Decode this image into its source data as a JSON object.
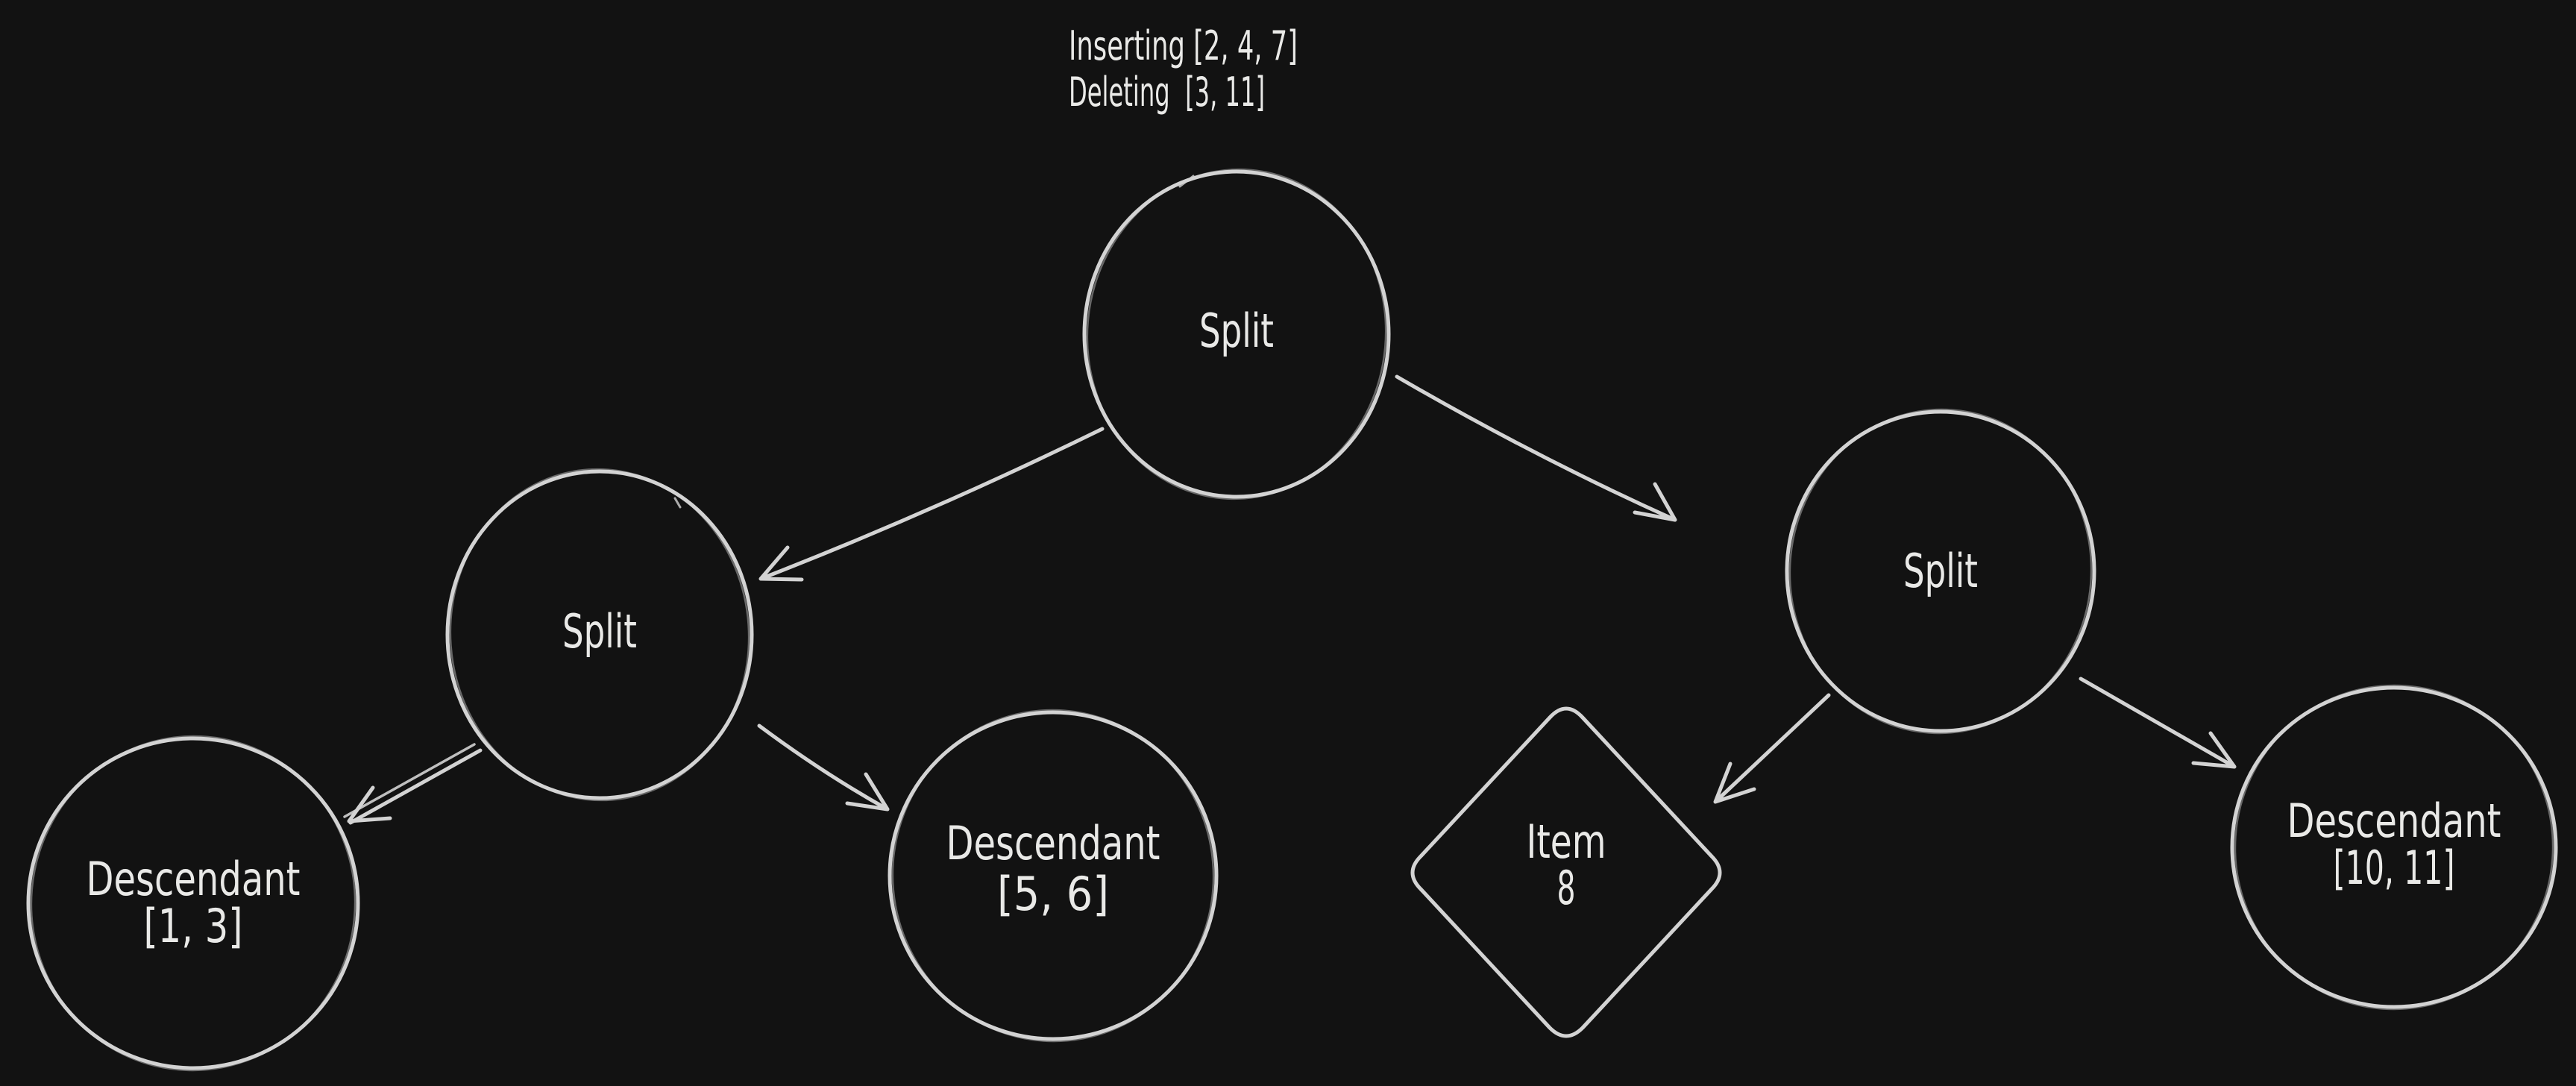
{
  "canvas": {
    "background": "#121212",
    "stroke": "#d3d3d3",
    "text_color": "#e9e9e7"
  },
  "annotation": {
    "line1": "Inserting [2, 4, 7]",
    "line2": "Deleting  [3, 11]"
  },
  "nodes": {
    "root_split": {
      "shape": "circle",
      "label": "Split"
    },
    "left_split": {
      "shape": "circle",
      "label": "Split"
    },
    "right_split": {
      "shape": "circle",
      "label": "Split"
    },
    "descendant_1_3": {
      "shape": "circle",
      "label": "Descendant",
      "range": "[1, 3]"
    },
    "descendant_5_6": {
      "shape": "circle",
      "label": "Descendant",
      "range": "[5, 6]"
    },
    "item_8": {
      "shape": "diamond",
      "label": "Item",
      "value": "8"
    },
    "descendant_10_11": {
      "shape": "circle",
      "label": "Descendant",
      "range": "[10, 11]"
    }
  },
  "edges": [
    {
      "from": "root_split",
      "to": "left_split"
    },
    {
      "from": "root_split",
      "to": "right_split"
    },
    {
      "from": "left_split",
      "to": "descendant_1_3"
    },
    {
      "from": "left_split",
      "to": "descendant_5_6"
    },
    {
      "from": "right_split",
      "to": "item_8"
    },
    {
      "from": "right_split",
      "to": "descendant_10_11"
    }
  ]
}
